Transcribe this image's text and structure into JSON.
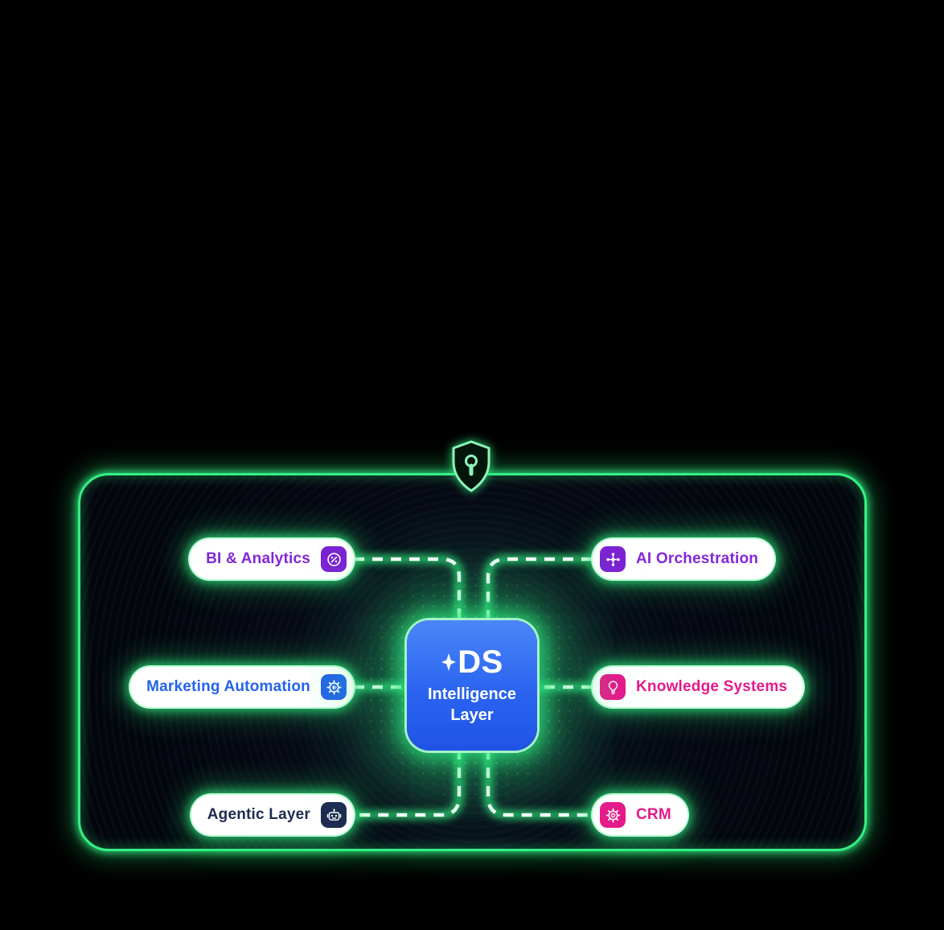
{
  "diagram": {
    "center": {
      "logo": "DS",
      "label_line1": "Intelligence",
      "label_line2": "Layer"
    },
    "nodes": [
      {
        "label": "BI & Analytics",
        "icon": "percentage-pie-icon",
        "accent": "#8326d8",
        "side": "left"
      },
      {
        "label": "AI Orchestration",
        "icon": "network-nodes-icon",
        "accent": "#8326d8",
        "side": "right"
      },
      {
        "label": "Marketing Automation",
        "icon": "gear-megaphone-icon",
        "accent": "#2563eb",
        "side": "left"
      },
      {
        "label": "Knowledge Systems",
        "icon": "lightbulb-idea-icon",
        "accent": "#e6198b",
        "side": "right"
      },
      {
        "label": "Agentic Layer",
        "icon": "robot-head-icon",
        "accent": "#1d2b50",
        "side": "left"
      },
      {
        "label": "CRM",
        "icon": "gear-profile-icon",
        "accent": "#e6198b",
        "side": "right"
      }
    ],
    "shield": {
      "icon": "shield-keyhole-icon"
    },
    "colors": {
      "background": "#000000",
      "glow_green": "#2ee87c",
      "pill_background": "#ffffff",
      "hub_blue": "#2b64f0",
      "connector_white": "#ffffff"
    }
  }
}
